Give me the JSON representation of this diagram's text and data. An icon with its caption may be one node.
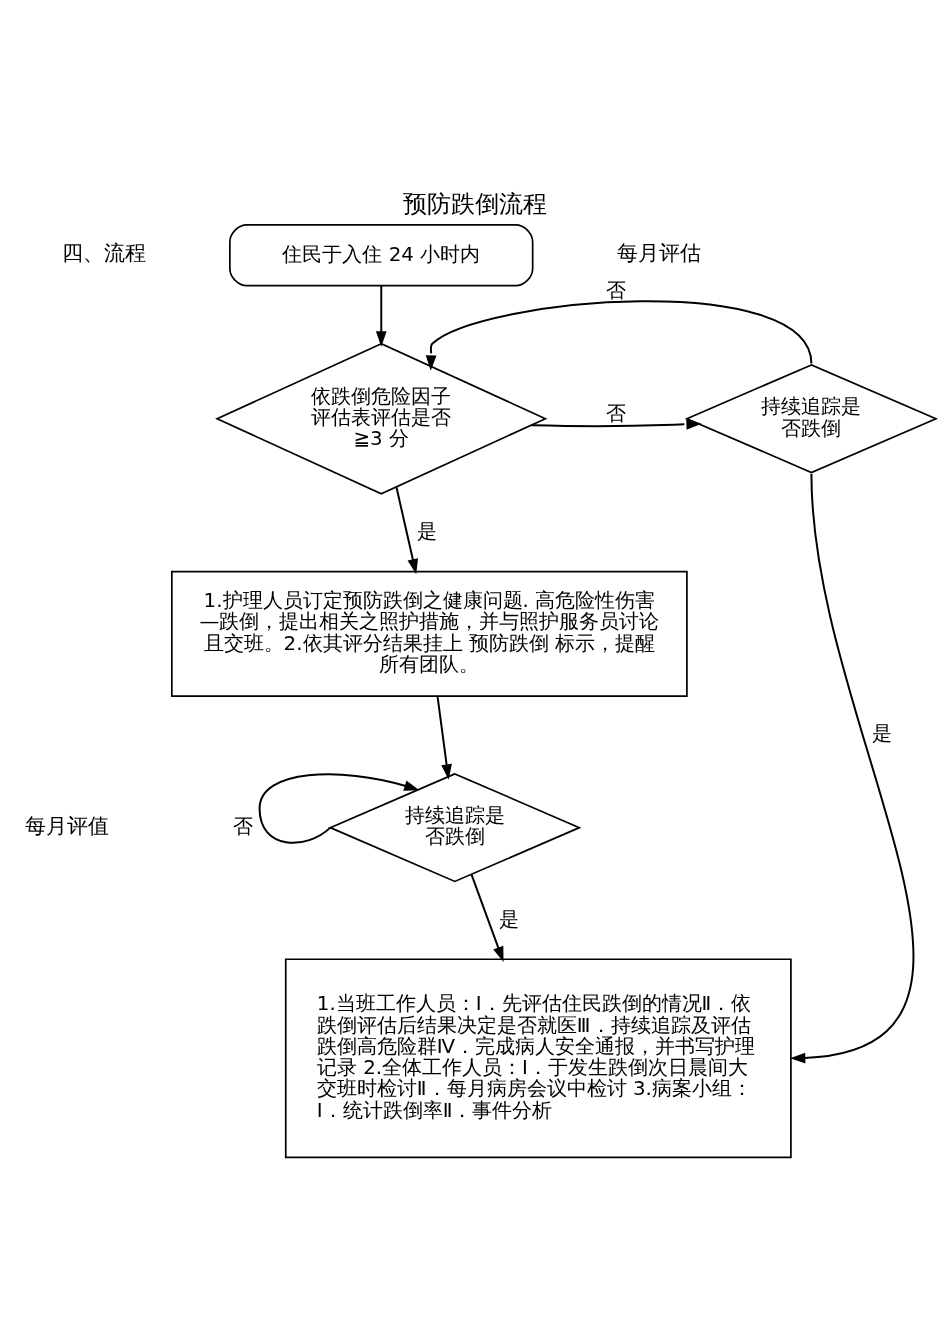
{
  "diagram": {
    "title": "预防跌倒流程",
    "nodes": [
      {
        "text": [
          "住民于入住 24 小时内"
        ]
      },
      {
        "text": [
          "依跌倒危险因子评估表评估是否≧3 分"
        ]
      },
      {
        "text": [
          "持续追踪是否跌倒"
        ]
      },
      {
        "text": [
          "1.护理人员订定预防跌倒之健康问题. 高危险性伤害—跌倒，提出相关之照护措施，并与照护服务员讨论且交班。2.依其评分结果挂上 预防跌倒 标示，提醒所有团队。"
        ]
      },
      {
        "text": [
          "持续追踪是否跌倒"
        ]
      },
      {
        "text": [
          "1.当班工作人员：Ⅰ．先评估住民跌倒的情况Ⅱ．依跌倒评估后结果决定是否就医Ⅲ．持续追踪及评估跌倒高危险群Ⅳ．完成病人安全通报，并书写护理记录 2.全体工作人员：Ⅰ．于发生跌倒次日晨间大交班时检讨Ⅱ．每月病房会议中检讨 3.病案小组：Ⅰ．统计跌倒率Ⅱ．事件分析"
        ]
      }
    ],
    "edges": [
      {
        "from": 0,
        "to": 1,
        "arrow": "to"
      },
      {
        "from": 1,
        "to": 3,
        "arrow": "to",
        "label": "是"
      },
      {
        "from": 1,
        "to": 2,
        "arrow": "to",
        "label": "否"
      },
      {
        "from": 2,
        "to": 1,
        "arrow": "to",
        "label": "否"
      },
      {
        "from": 2,
        "to": 5,
        "arrow": "to",
        "label": "是"
      },
      {
        "from": 3,
        "to": 4,
        "arrow": "to"
      },
      {
        "from": 4,
        "to": 4,
        "arrow": "to",
        "label": "否"
      },
      {
        "from": 4,
        "to": 5,
        "arrow": "to",
        "label": "是"
      }
    ],
    "labels": [
      "四、流程",
      "每月评估",
      "每月评值"
    ]
  }
}
